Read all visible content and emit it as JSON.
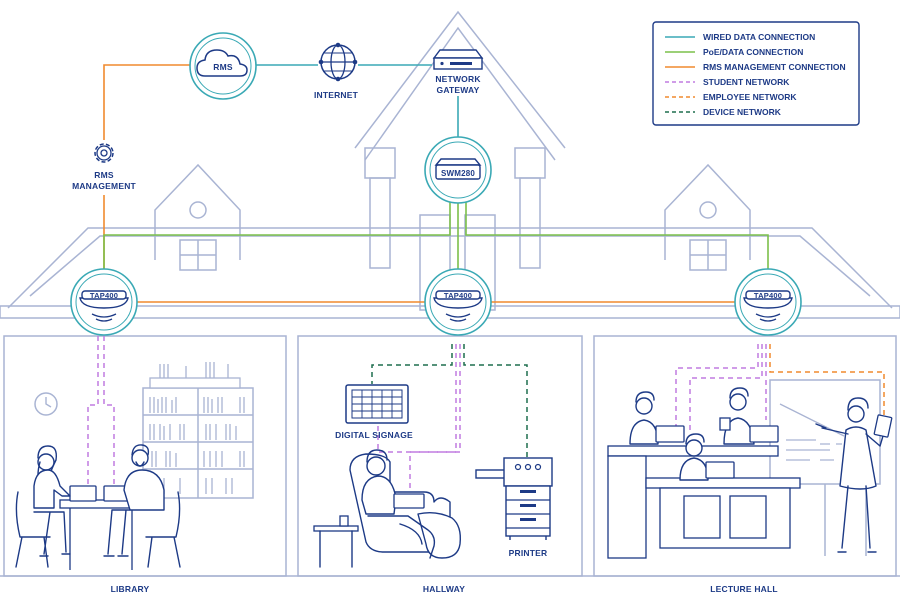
{
  "colors": {
    "wired": "#3aa9b5",
    "poe": "#7cc04a",
    "rms": "#f08a2e",
    "student": "#c07be0",
    "employee": "#f08a2e",
    "device": "#1f6e4e",
    "navy": "#1d3a86",
    "building": "#a9b4d3"
  },
  "legend": {
    "items": [
      {
        "label": "WIRED DATA CONNECTION",
        "color": "#3aa9b5",
        "style": "solid"
      },
      {
        "label": "PoE/DATA CONNECTION",
        "color": "#7cc04a",
        "style": "solid"
      },
      {
        "label": "RMS MANAGEMENT CONNECTION",
        "color": "#f08a2e",
        "style": "solid"
      },
      {
        "label": "STUDENT NETWORK",
        "color": "#c07be0",
        "style": "dashed"
      },
      {
        "label": "EMPLOYEE NETWORK",
        "color": "#f08a2e",
        "style": "dashed"
      },
      {
        "label": "DEVICE NETWORK",
        "color": "#1f6e4e",
        "style": "dashed"
      }
    ]
  },
  "nodes": {
    "rms": "RMS",
    "internet": "INTERNET",
    "gateway_line1": "NETWORK",
    "gateway_line2": "GATEWAY",
    "rms_mgmt_line1": "RMS",
    "rms_mgmt_line2": "MANAGEMENT",
    "switch": "SWM280",
    "ap_left": "TAP400",
    "ap_center": "TAP400",
    "ap_right": "TAP400"
  },
  "devices": {
    "signage": "DIGITAL SIGNAGE",
    "printer": "PRINTER"
  },
  "rooms": {
    "library": "LIBRARY",
    "hallway": "HALLWAY",
    "lecture": "LECTURE HALL"
  }
}
